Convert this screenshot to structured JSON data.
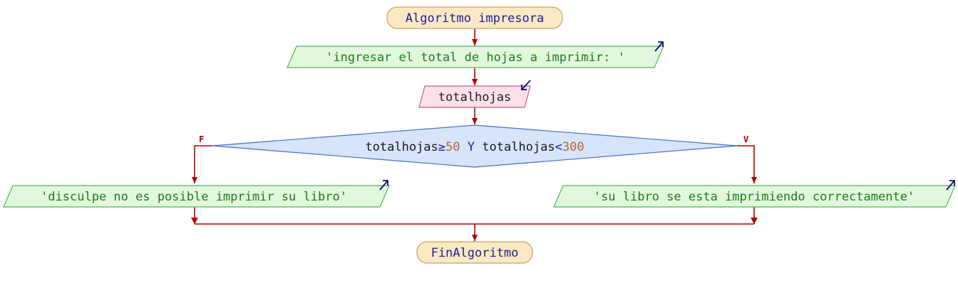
{
  "colors": {
    "terminal_fill": "#fbe9c4",
    "terminal_stroke": "#c8a25e",
    "terminal_text": "#1f1f8f",
    "output_fill": "#e2f8dc",
    "output_stroke": "#53b453",
    "output_text": "#1c7c1c",
    "input_fill": "#fde0ea",
    "input_stroke": "#c65d86",
    "input_text": "#222222",
    "decision_fill": "#d8e4fa",
    "decision_stroke": "#4a6fbf",
    "decision_var": "#1a1a1a",
    "decision_op": "#1f1f9f",
    "decision_num": "#b36b2a",
    "arrow": "#b00000",
    "io_arrow": "#0c0c7a"
  },
  "flow": {
    "start_label": "Algoritmo impresora",
    "output_prompt": "'ingresar el total de hojas a imprimir: '",
    "input_var": "totalhojas",
    "decision": {
      "var1": "totalhojas",
      "op1": "≥",
      "num1": "50",
      "conj": " Y ",
      "var2": "totalhojas",
      "op2": "<",
      "num2": "300",
      "false_label": "F",
      "true_label": "V"
    },
    "output_false": "'disculpe no es posible imprimir su libro'",
    "output_true": "'su libro se esta imprimiendo correctamente'",
    "end_label": "FinAlgoritmo"
  }
}
